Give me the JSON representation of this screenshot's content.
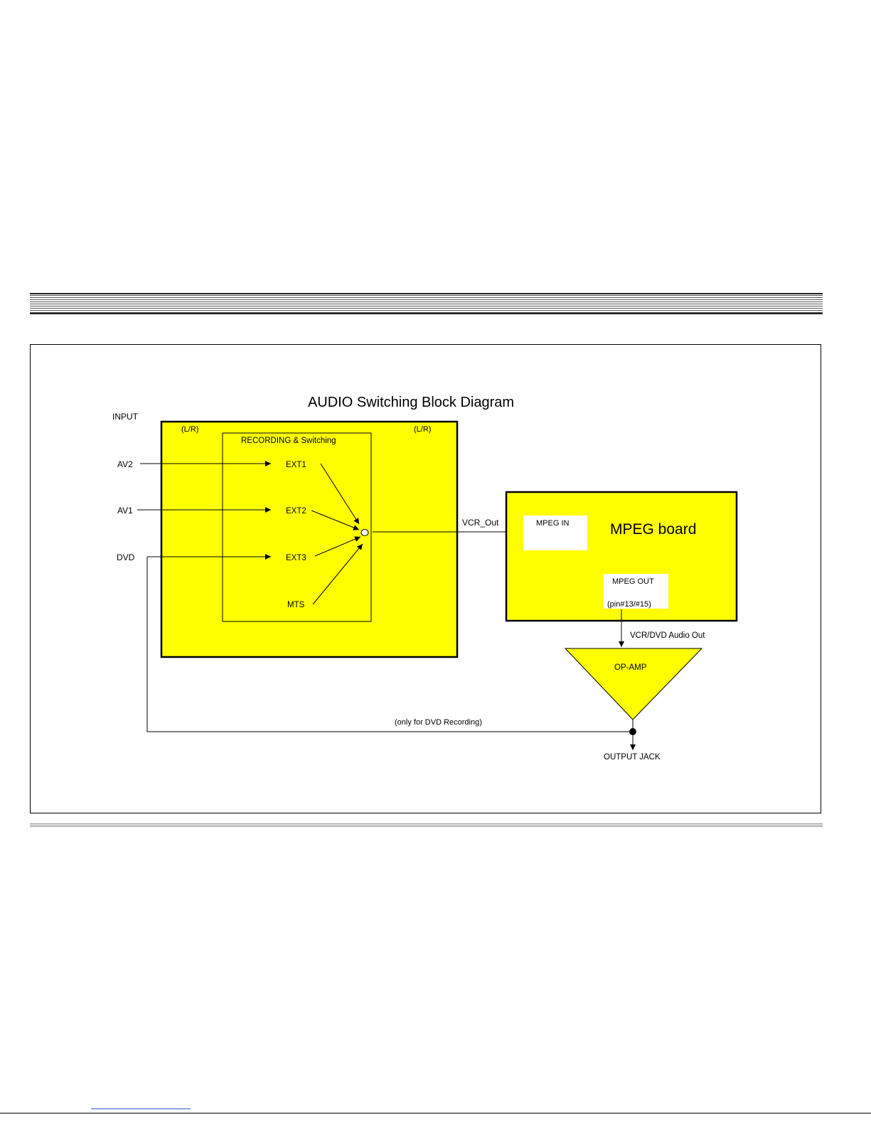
{
  "diagram": {
    "title": "AUDIO Switching Block Diagram",
    "input_label": "INPUT",
    "lr_left": "(L/R)",
    "lr_right": "(L/R)",
    "recording_box_label": "RECORDING & Switching",
    "inputs": [
      "AV2",
      "AV1",
      "DVD"
    ],
    "ext_labels": [
      "EXT1",
      "EXT2",
      "EXT3",
      "MTS"
    ],
    "vcr_out": "VCR_Out",
    "mpeg_in": "MPEG IN",
    "mpeg_board": "MPEG board",
    "mpeg_out": "MPEG OUT",
    "pin_label": "(pin#13/#15)",
    "vcr_dvd_audio_out": "VCR/DVD Audio Out",
    "op_amp": "OP-AMP",
    "dvd_recording_note": "(only for DVD Recording)",
    "output_jack": "OUTPUT JACK"
  },
  "colors": {
    "block_fill": "#ffff00",
    "line": "#000000",
    "white_box": "#ffffff"
  }
}
